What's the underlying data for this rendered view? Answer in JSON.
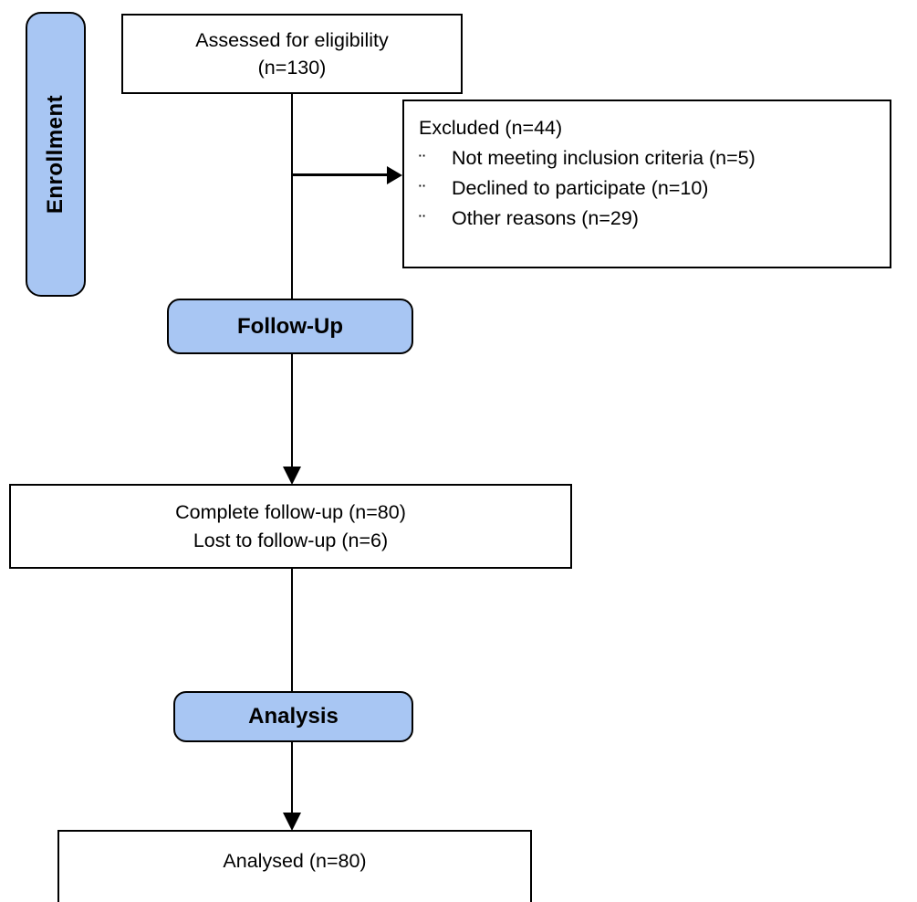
{
  "diagram": {
    "type": "consort-flow",
    "accent_color": "#A8C6F3",
    "phases": {
      "enrollment_label": "Enrollment",
      "followup_label": "Follow-Up",
      "analysis_label": "Analysis"
    },
    "boxes": {
      "assessed": {
        "line1": "Assessed for eligibility",
        "line2": "(n=130)"
      },
      "excluded": {
        "title": "Excluded (n=44)",
        "bullet_char": "¨",
        "items": [
          "Not meeting inclusion criteria (n=5)",
          "Declined to participate (n=10)",
          "Other reasons (n=29)"
        ]
      },
      "followup_result": {
        "line1": "Complete follow-up (n=80)",
        "line2": "Lost to follow-up (n=6)"
      },
      "analysed": {
        "line1": "Analysed (n=80)"
      }
    }
  }
}
